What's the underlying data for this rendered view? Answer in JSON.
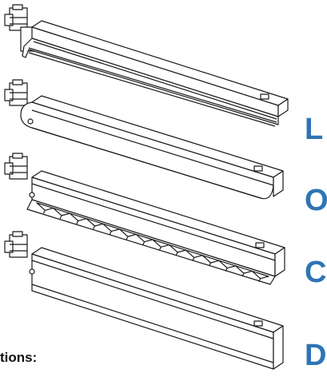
{
  "options": [
    {
      "letter": "L",
      "variant": "luminaire with linear louvre diffuser",
      "color": "#2e74b5"
    },
    {
      "letter": "O",
      "variant": "luminaire with opal round diffuser",
      "color": "#2e74b5"
    },
    {
      "letter": "C",
      "variant": "luminaire with cell reflector",
      "color": "#2e74b5"
    },
    {
      "letter": "D",
      "variant": "luminaire with flat diffuser",
      "color": "#2e74b5"
    }
  ],
  "caption": "tions:",
  "line_color": "#1a1a1a"
}
